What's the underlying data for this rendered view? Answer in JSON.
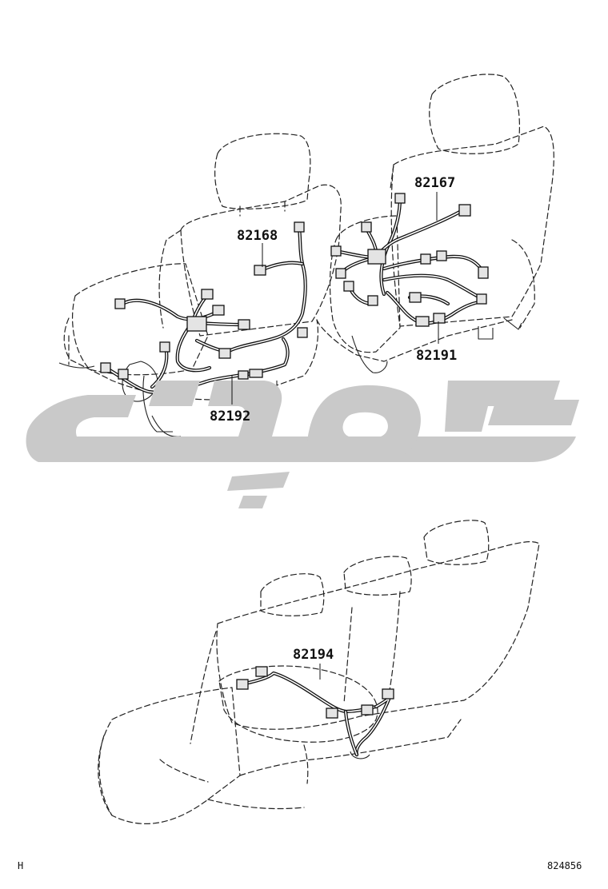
{
  "parts": [
    {
      "id": "p1",
      "number": "82168"
    },
    {
      "id": "p2",
      "number": "82167"
    },
    {
      "id": "p3",
      "number": "82191"
    },
    {
      "id": "p4",
      "number": "82192"
    },
    {
      "id": "p5",
      "number": "82194"
    }
  ],
  "footer": {
    "left_code": "H",
    "right_code": "824856"
  }
}
